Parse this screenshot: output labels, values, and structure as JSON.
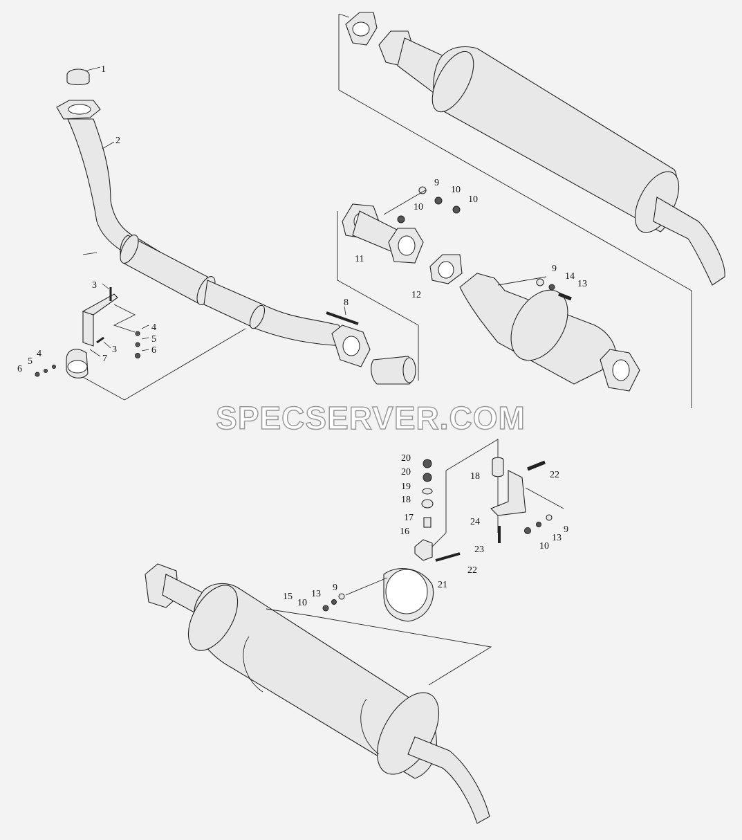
{
  "watermark": "SPECSERVER.COM",
  "callouts": {
    "c1": "1",
    "c2": "2",
    "c3a": "3",
    "c3b": "3",
    "c4a": "4",
    "c4b": "4",
    "c5a": "5",
    "c5b": "5",
    "c6a": "6",
    "c6b": "6",
    "c7": "7",
    "c8": "8",
    "c9a": "9",
    "c9b": "9",
    "c9c": "9",
    "c9d": "9",
    "c10a": "10",
    "c10b": "10",
    "c10c": "10",
    "c10d": "10",
    "c10e": "10",
    "c11": "11",
    "c12": "12",
    "c13a": "13",
    "c13b": "13",
    "c13c": "13",
    "c14": "14",
    "c15": "15",
    "c16": "16",
    "c17": "17",
    "c18a": "18",
    "c18b": "18",
    "c19": "19",
    "c20a": "20",
    "c20b": "20",
    "c21": "21",
    "c22a": "22",
    "c22b": "22",
    "c23": "23",
    "c24": "24"
  }
}
